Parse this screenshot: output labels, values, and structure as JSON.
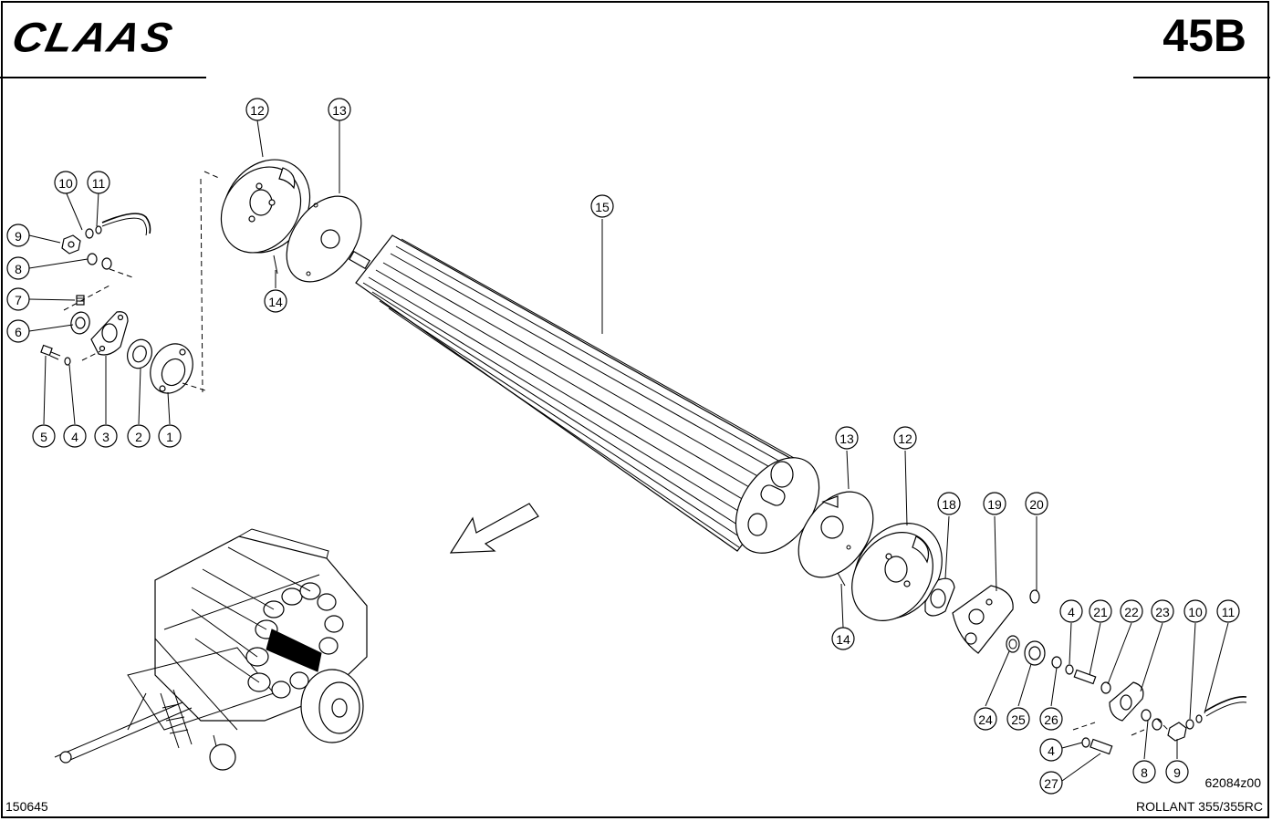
{
  "header": {
    "brand": "CLAAS",
    "page_code": "45B"
  },
  "footer": {
    "doc_number": "150645",
    "model": "ROLLANT 355/355RC",
    "drawing_ref": "62084z00"
  },
  "callouts": [
    {
      "id": "c12a",
      "label": "12"
    },
    {
      "id": "c13a",
      "label": "13"
    },
    {
      "id": "c10a",
      "label": "10"
    },
    {
      "id": "c11a",
      "label": "11"
    },
    {
      "id": "c9a",
      "label": "9"
    },
    {
      "id": "c8a",
      "label": "8"
    },
    {
      "id": "c7",
      "label": "7"
    },
    {
      "id": "c6",
      "label": "6"
    },
    {
      "id": "c5",
      "label": "5"
    },
    {
      "id": "c4a",
      "label": "4"
    },
    {
      "id": "c3",
      "label": "3"
    },
    {
      "id": "c2",
      "label": "2"
    },
    {
      "id": "c1",
      "label": "1"
    },
    {
      "id": "c14a",
      "label": "14"
    },
    {
      "id": "c15",
      "label": "15"
    },
    {
      "id": "c13b",
      "label": "13"
    },
    {
      "id": "c12b",
      "label": "12"
    },
    {
      "id": "c18",
      "label": "18"
    },
    {
      "id": "c19",
      "label": "19"
    },
    {
      "id": "c20",
      "label": "20"
    },
    {
      "id": "c14b",
      "label": "14"
    },
    {
      "id": "c4b",
      "label": "4"
    },
    {
      "id": "c21",
      "label": "21"
    },
    {
      "id": "c22",
      "label": "22"
    },
    {
      "id": "c23",
      "label": "23"
    },
    {
      "id": "c10b",
      "label": "10"
    },
    {
      "id": "c11b",
      "label": "11"
    },
    {
      "id": "c24",
      "label": "24"
    },
    {
      "id": "c25",
      "label": "25"
    },
    {
      "id": "c26",
      "label": "26"
    },
    {
      "id": "c4c",
      "label": "4"
    },
    {
      "id": "c8b",
      "label": "8"
    },
    {
      "id": "c9b",
      "label": "9"
    },
    {
      "id": "c27",
      "label": "27"
    }
  ]
}
